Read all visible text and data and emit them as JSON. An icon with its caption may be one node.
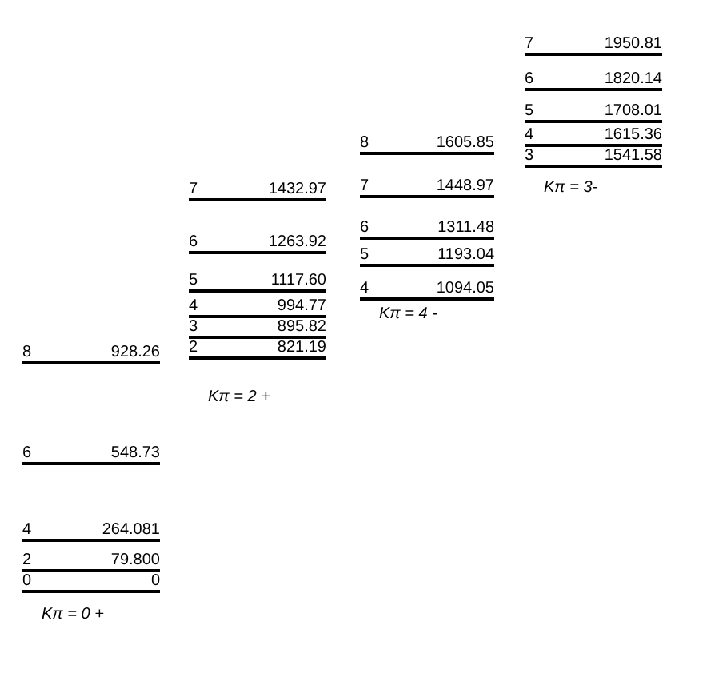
{
  "diagram": {
    "labels": [
      "8",
      "928.26",
      "6",
      "548.73",
      "4",
      "264.081",
      "2",
      "79.800",
      "0",
      "0",
      "Kπ = 0 +",
      "7",
      "1432.97",
      "6",
      "1263.92",
      "5",
      "1117.60",
      "4",
      "994.77",
      "3",
      "895.82",
      "2",
      "821.19",
      "Kπ = 2 +",
      "8",
      "1605.85",
      "7",
      "1448.97",
      "6",
      "1311.48",
      "5",
      "1193.04",
      "4",
      "1094.05",
      "Kπ = 4 -",
      "7",
      "1950.81",
      "6",
      "1820.14",
      "5",
      "1708.01",
      "4",
      "1615.36",
      "3",
      "1541.58",
      "Kπ = 3-"
    ]
  }
}
